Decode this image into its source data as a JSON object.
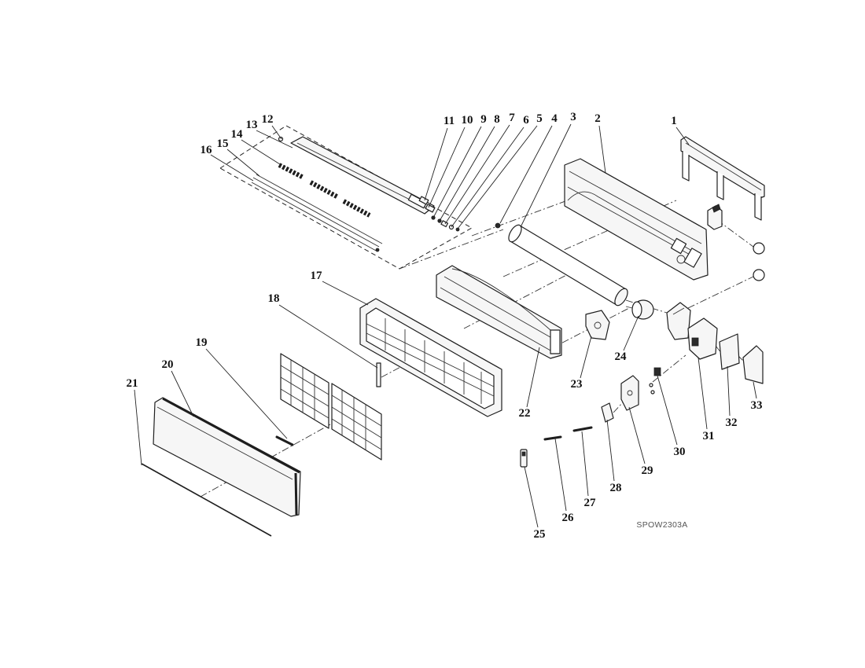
{
  "diagram": {
    "code": "SPOW2303A"
  },
  "callouts": [
    "1",
    "2",
    "3",
    "4",
    "5",
    "6",
    "7",
    "8",
    "9",
    "10",
    "11",
    "12",
    "13",
    "14",
    "15",
    "16",
    "17",
    "18",
    "19",
    "20",
    "21",
    "22",
    "23",
    "24",
    "25",
    "26",
    "27",
    "28",
    "29",
    "30",
    "31",
    "32",
    "33"
  ]
}
